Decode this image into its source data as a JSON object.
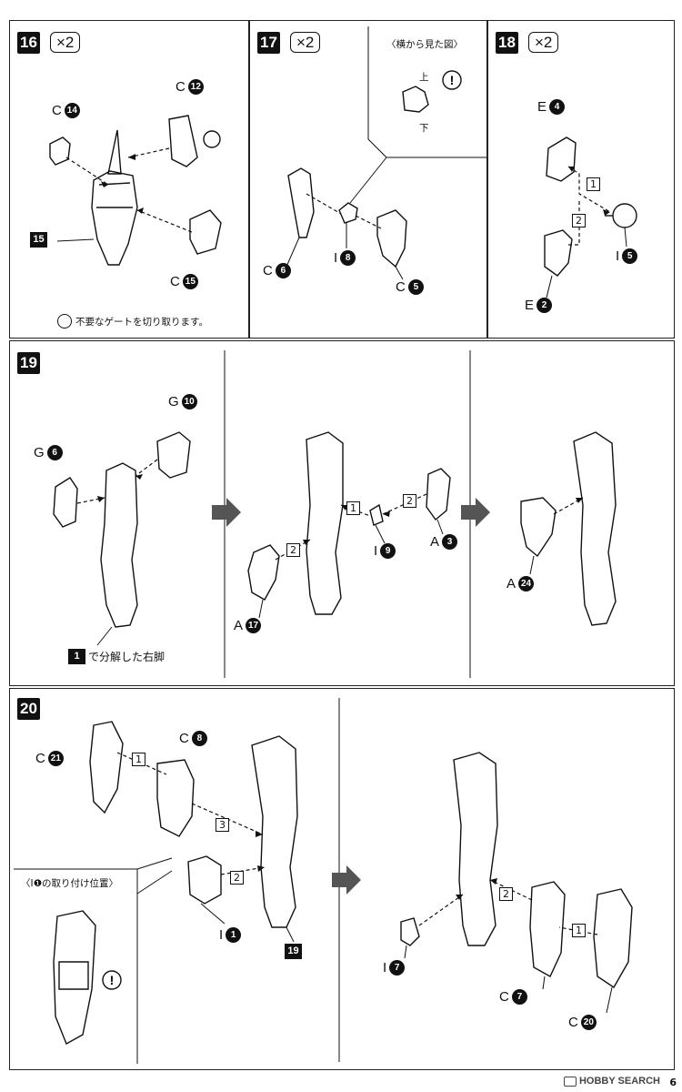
{
  "page_number": "6",
  "watermark": "HOBBY SEARCH",
  "step16": {
    "no": "16",
    "mult": "×2",
    "parts": {
      "c14": {
        "letter": "C",
        "num": "14"
      },
      "c12": {
        "letter": "C",
        "num": "12"
      },
      "c15": {
        "letter": "C",
        "num": "15"
      },
      "ref": "15"
    },
    "note": "不要なゲートを切り取ります。"
  },
  "step17": {
    "no": "17",
    "mult": "×2",
    "inset_title": "〈横から見た図〉",
    "up": "上",
    "down": "下",
    "parts": {
      "c6": {
        "letter": "C",
        "num": "6"
      },
      "i8": {
        "letter": "I",
        "num": "8"
      },
      "c5": {
        "letter": "C",
        "num": "5"
      }
    }
  },
  "step18": {
    "no": "18",
    "mult": "×2",
    "parts": {
      "e4": {
        "letter": "E",
        "num": "4"
      },
      "i5": {
        "letter": "I",
        "num": "5"
      },
      "e2": {
        "letter": "E",
        "num": "2"
      }
    },
    "steps": [
      "1",
      "2"
    ]
  },
  "step19": {
    "no": "19",
    "parts": {
      "g6": {
        "letter": "G",
        "num": "6"
      },
      "g10": {
        "letter": "G",
        "num": "10"
      },
      "i9": {
        "letter": "I",
        "num": "9"
      },
      "a3": {
        "letter": "A",
        "num": "3"
      },
      "a17": {
        "letter": "A",
        "num": "17"
      },
      "a24": {
        "letter": "A",
        "num": "24"
      }
    },
    "ref": "1",
    "ref_text": "で分解した右脚",
    "steps": [
      "1",
      "2",
      "2"
    ]
  },
  "step20": {
    "no": "20",
    "parts": {
      "c21": {
        "letter": "C",
        "num": "21"
      },
      "c8": {
        "letter": "C",
        "num": "8"
      },
      "i1": {
        "letter": "I",
        "num": "1"
      },
      "i7": {
        "letter": "I",
        "num": "7"
      },
      "c7": {
        "letter": "C",
        "num": "7"
      },
      "c20": {
        "letter": "C",
        "num": "20"
      }
    },
    "ref": "19",
    "inset_title": "〈I❶の取り付け位置〉",
    "steps_left": [
      "1",
      "3",
      "2"
    ],
    "steps_right": [
      "2",
      "1"
    ]
  }
}
